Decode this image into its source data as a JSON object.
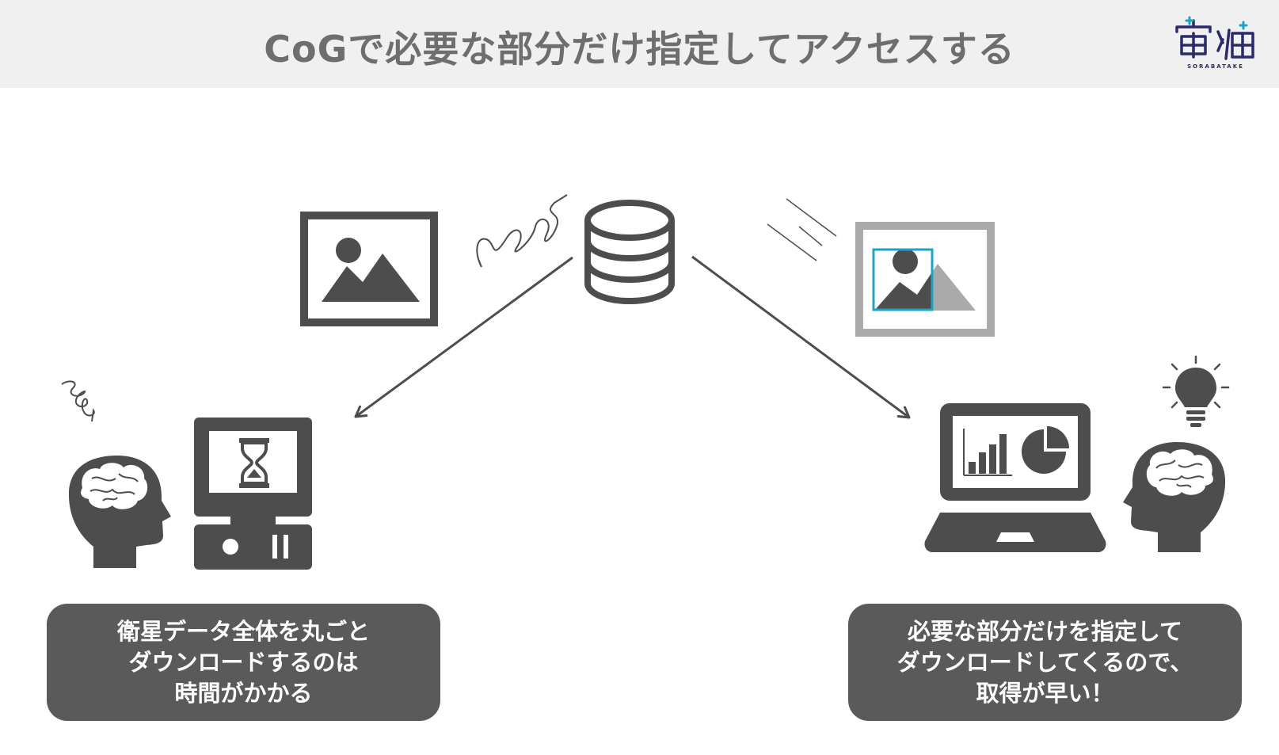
{
  "header": {
    "title": "CoGで必要な部分だけ指定してアクセスする",
    "logo_text": "SORABATAKE",
    "logo_mark": "宙畑"
  },
  "colors": {
    "header_bg": "#f0f0f0",
    "title": "#6e6e6e",
    "icon_dark": "#4d4d4d",
    "icon_light": "#aaaaaa",
    "caption_bg": "#5a5a5a",
    "highlight": "#1aa3c4"
  },
  "icons": {
    "database": "database-icon",
    "full_image": "image-icon",
    "partial_image": "image-crop-icon",
    "desktop": "desktop-computer-icon",
    "hourglass": "hourglass-icon",
    "laptop": "laptop-icon",
    "bulb": "lightbulb-icon",
    "head": "human-head-brain-icon"
  },
  "left_caption": {
    "line1": "衛星データ全体を丸ごと",
    "line2": "ダウンロードするのは",
    "line3": "時間がかかる"
  },
  "right_caption": {
    "line1": "必要な部分だけを指定して",
    "line2": "ダウンロードしてくるので、",
    "line3": "取得が早い！"
  }
}
